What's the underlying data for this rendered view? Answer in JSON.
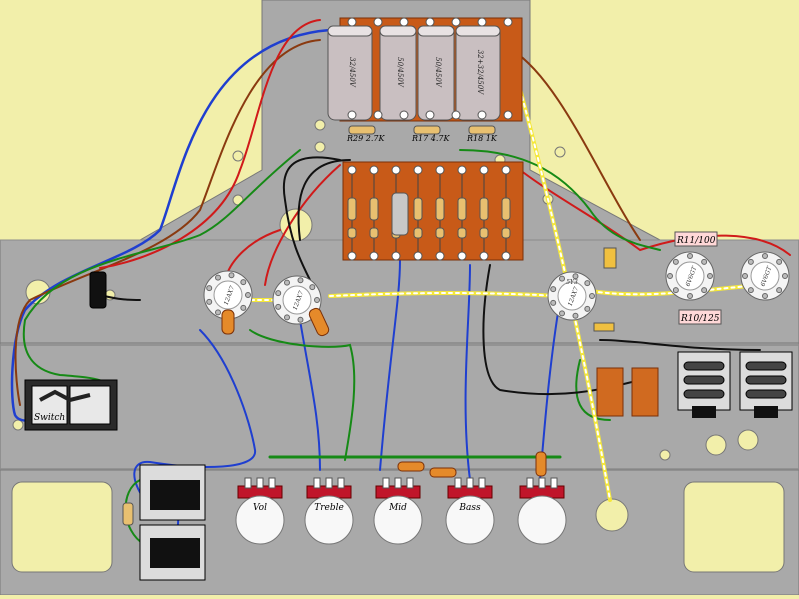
{
  "capacitors": [
    {
      "label": "32/450V"
    },
    {
      "label": "50/450V"
    },
    {
      "label": "50/450V"
    },
    {
      "label": "32+32/450V"
    }
  ],
  "filter_resistors": [
    {
      "label": "R29 2.7K"
    },
    {
      "label": "R17 4.7K"
    },
    {
      "label": "R18 1K"
    }
  ],
  "tubes": [
    {
      "label": "12AX7"
    },
    {
      "label": "12AX7"
    },
    {
      "label": "12AX7"
    },
    {
      "label": "6V6GT"
    },
    {
      "label": "6V6GT"
    }
  ],
  "rectifier": {
    "label": "5Y3"
  },
  "tag_resistors": [
    {
      "label": "R11/100"
    },
    {
      "label": "R10/125"
    }
  ],
  "switch": {
    "label": "Switch"
  },
  "pots": [
    {
      "label": "Vol"
    },
    {
      "label": "Treble"
    },
    {
      "label": "Mid"
    },
    {
      "label": "Bass"
    },
    {
      "label": ""
    }
  ],
  "colors": {
    "chassis": "#a9a9a9",
    "background": "#f2efaa",
    "board": "#c85a18",
    "wire_blue": "#1f3fd0",
    "wire_red": "#d01a1a",
    "wire_green": "#168a16",
    "wire_brown": "#8a3a10",
    "wire_black": "#111111",
    "wire_yellow": "#f5e83a"
  }
}
